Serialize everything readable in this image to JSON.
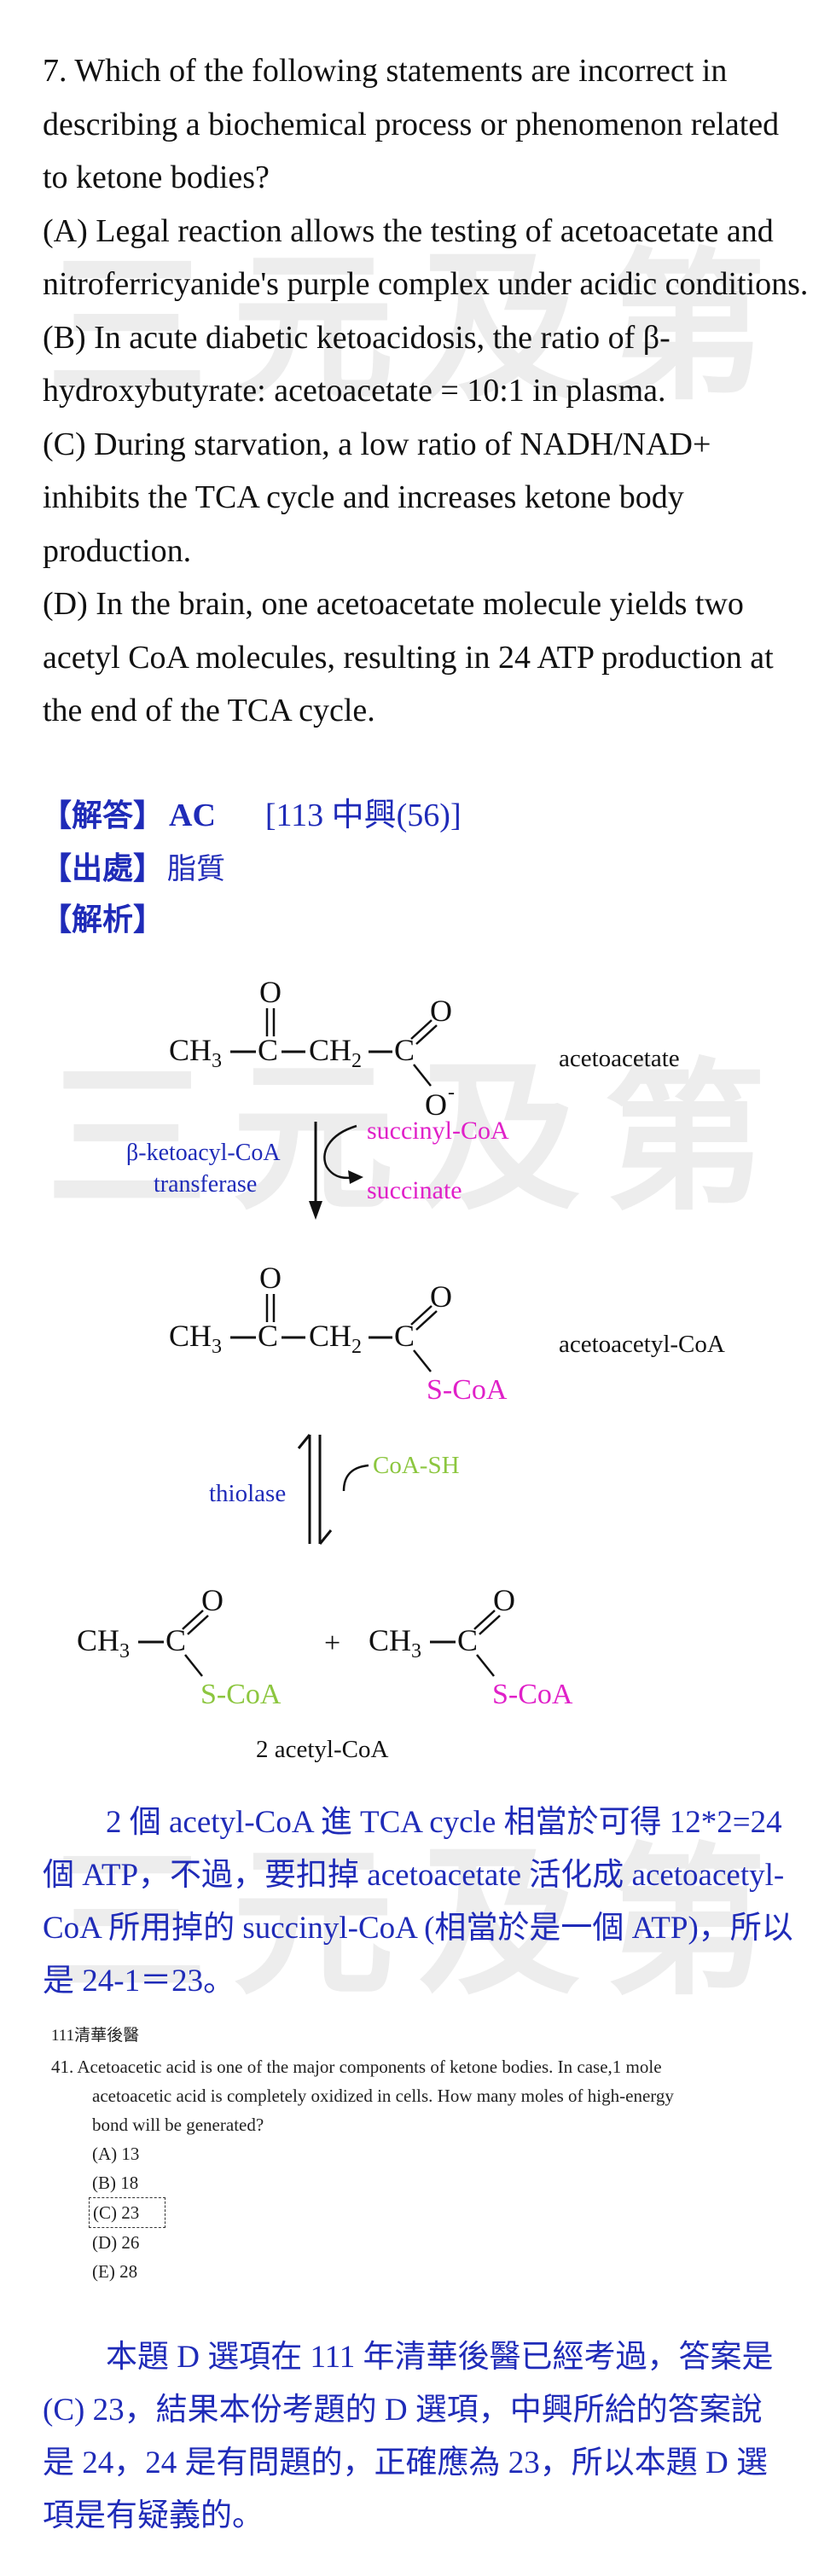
{
  "watermark": "三元及第",
  "question": {
    "lines": [
      "7. Which of the following statements are incorrect in describing a biochemical process or phenomenon related to ketone bodies?",
      "(A) Legal reaction allows the testing of acetoacetate and nitroferricyanide's purple complex under acidic conditions.",
      "(B) In acute diabetic ketoacidosis, the ratio of β-hydroxybutyrate: acetoacetate = 10:1 in plasma.",
      "(C) During starvation, a low ratio of NADH/NAD+ inhibits the TCA cycle and increases ketone body production.",
      "(D) In the brain, one acetoacetate molecule yields two acetyl CoA molecules, resulting in 24 ATP production at the end of the TCA cycle."
    ]
  },
  "answer": {
    "tag": "【解答】",
    "value": "AC",
    "ref": "[113 中興(56)]"
  },
  "source": {
    "tag": "【出處】",
    "value": "脂質"
  },
  "analysis": {
    "tag": "【解析】"
  },
  "reaction": {
    "acetoacetate": {
      "ch3": "CH",
      "sub3": "3",
      "c1": "C",
      "ch2": "CH",
      "sub2": "2",
      "c2": "C",
      "o": "O",
      "ominus": "O",
      "minus": "-",
      "name": "acetoacetate"
    },
    "step1": {
      "enzyme1": "β-ketoacyl-CoA",
      "enzyme2": "transferase",
      "in": "succinyl-CoA",
      "out": "succinate"
    },
    "acetoacetylcoa": {
      "scoa": "S-CoA",
      "name": "acetoacetyl-CoA"
    },
    "step2": {
      "enzyme": "thiolase",
      "in": "CoA-SH"
    },
    "products": {
      "plus": "+",
      "name": "2 acetyl-CoA"
    }
  },
  "explanation1": "2 個 acetyl-CoA 進 TCA cycle 相當於可得 12*2=24 個 ATP，不過，要扣掉 acetoacetate 活化成 acetoacetyl-CoA 所用掉的 succinyl-CoA (相當於是一個 ATP)，所以是 24-1＝23。",
  "scanned": {
    "header": "111清華後醫",
    "stem1": "41. Acetoacetic acid is one of the major components of ketone bodies. In case,1 mole",
    "stem2": "acetoacetic acid is completely oxidized in cells. How many moles of high-energy",
    "stem3": "bond will be generated?",
    "options": [
      "(A) 13",
      "(B) 18",
      "(C) 23",
      "(D) 26",
      "(E) 28"
    ]
  },
  "explanation2": "本題 D 選項在 111 年清華後醫已經考過，答案是(C) 23，結果本份考題的 D 選項，中興所給的答案說是 24，24 是有問題的，正確應為 23，所以本題 D 選項是有疑義的。",
  "colors": {
    "blue": "#1f2bb8",
    "magenta": "#e020c8",
    "green": "#8cc63f",
    "watermark": "#ededed"
  }
}
